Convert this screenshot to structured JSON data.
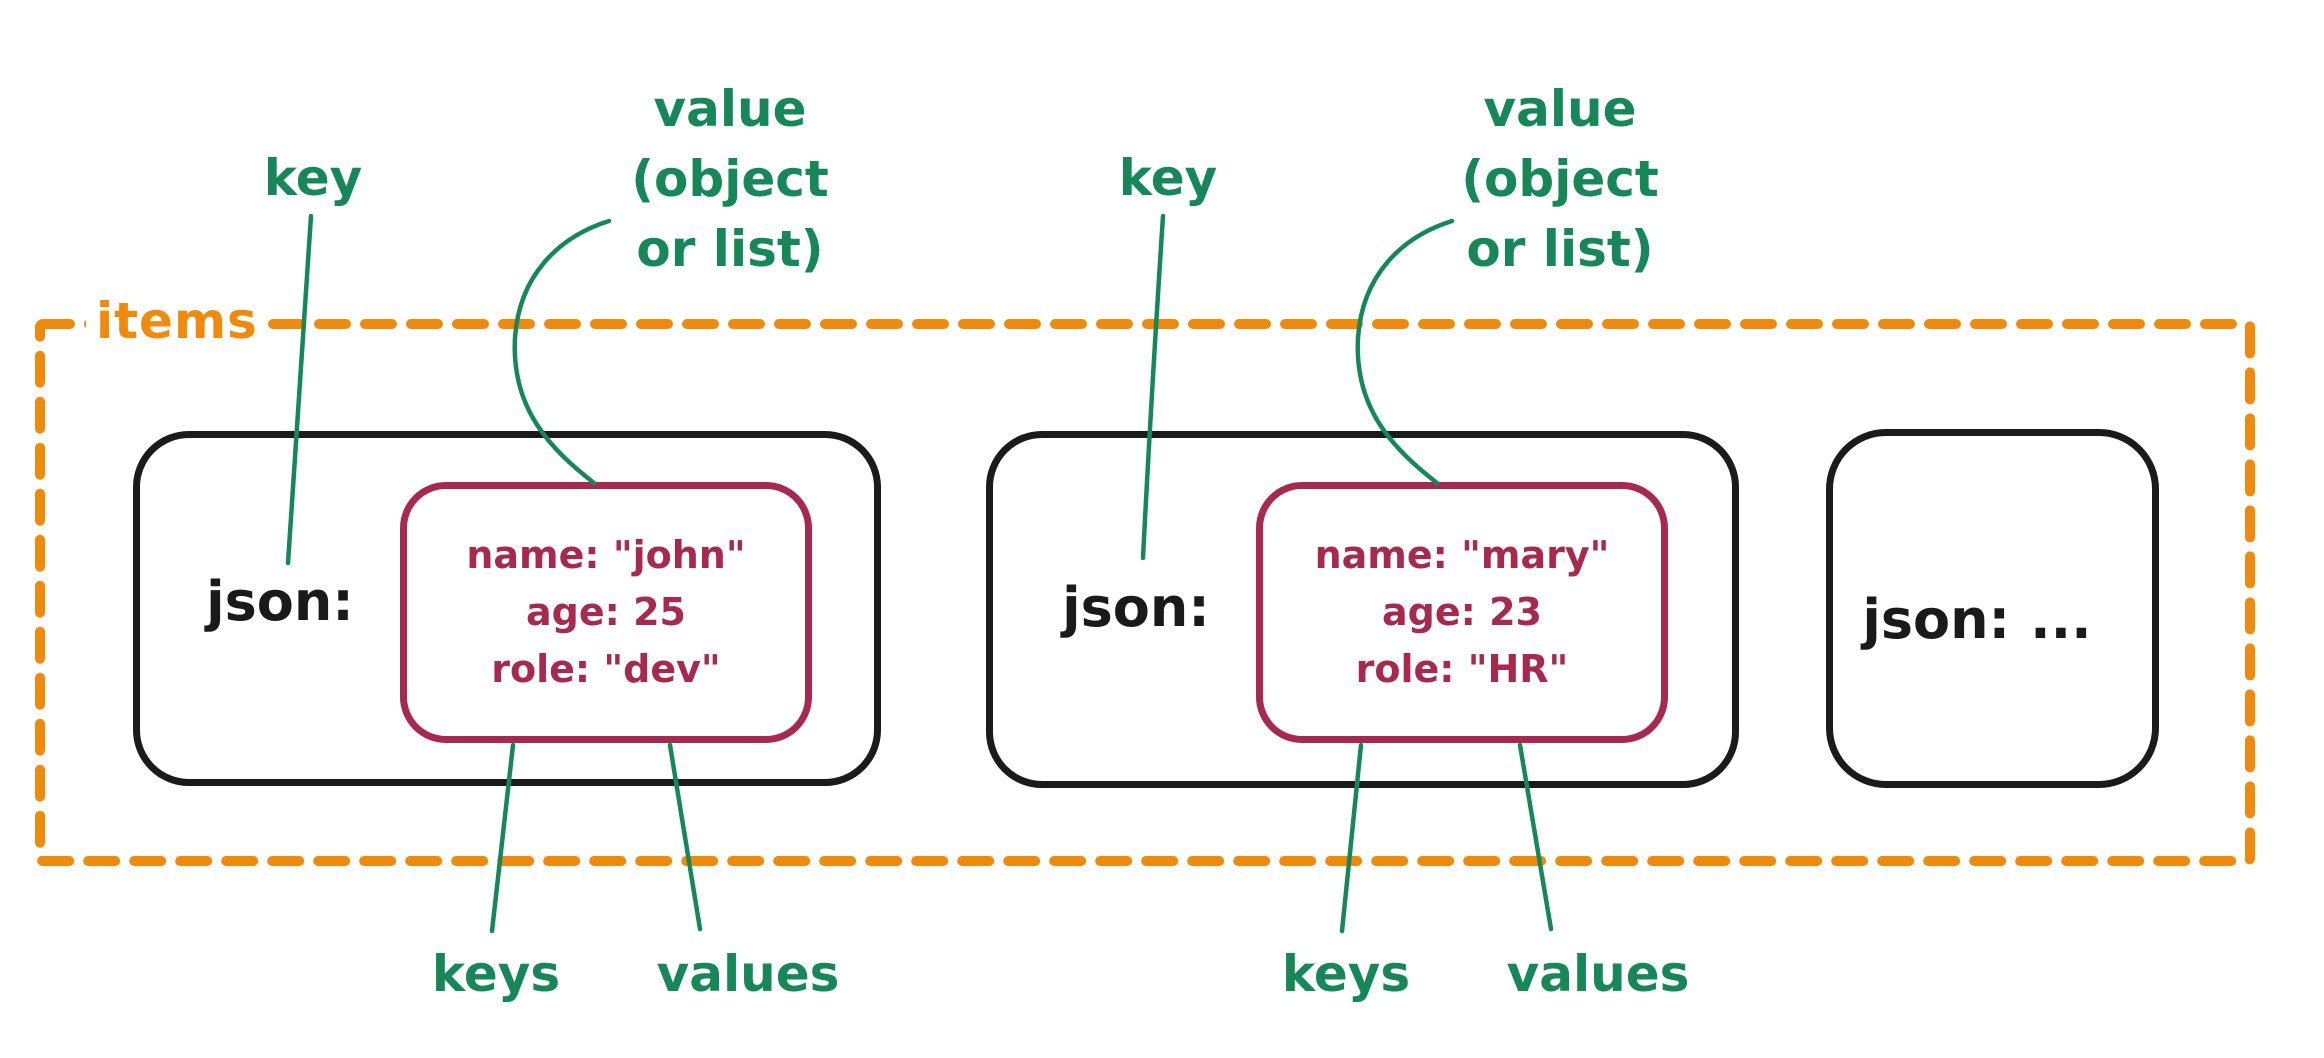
{
  "diagram": {
    "collection_label": "items",
    "annotations": {
      "key": "key",
      "value_line1": "value",
      "value_line2": "(object",
      "value_line3": "or list)",
      "keys": "keys",
      "values": "values"
    },
    "cards": [
      {
        "key_text": "json:",
        "object_lines": [
          "name: \"john\"",
          "age: 25",
          "role: \"dev\""
        ]
      },
      {
        "key_text": "json:",
        "object_lines": [
          "name: \"mary\"",
          "age: 23",
          "role: \"HR\""
        ]
      },
      {
        "key_text": "json:",
        "ellipsis": "..."
      }
    ],
    "colors": {
      "annotation_green": "#17875a",
      "items_orange": "#ee8a0e",
      "object_crimson": "#a62a4f",
      "card_black": "#1b1b1b",
      "background": "#ffffff"
    }
  }
}
